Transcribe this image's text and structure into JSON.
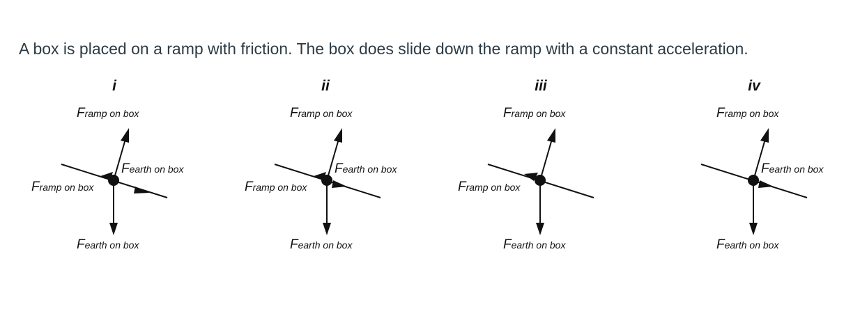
{
  "question": "A box is placed on a ramp with friction.  The box does slide down the ramp with a constant acceleration.",
  "force_label_prefix": "F",
  "labels": {
    "ramp_on_box": "ramp on box",
    "earth_on_box": "earth on box"
  },
  "diagrams": [
    {
      "numeral": "i"
    },
    {
      "numeral": "ii"
    },
    {
      "numeral": "iii"
    },
    {
      "numeral": "iv"
    }
  ]
}
